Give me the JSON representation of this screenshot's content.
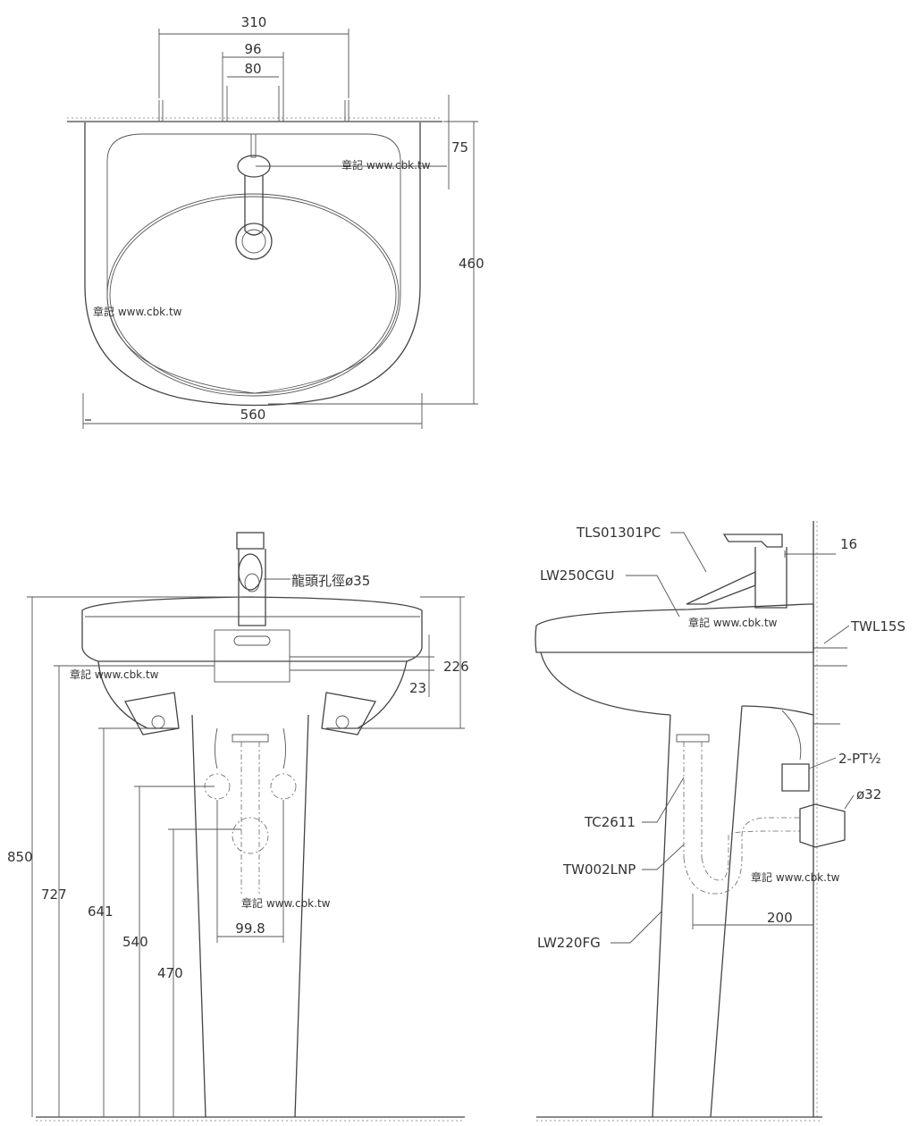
{
  "top_view": {
    "dim_310": "310",
    "dim_96": "96",
    "dim_80": "80",
    "dim_75": "75",
    "dim_460": "460",
    "dim_560": "560"
  },
  "front_view": {
    "faucet_hole_label": "龍頭孔徑ø35",
    "dim_226": "226",
    "dim_23": "23",
    "dim_850": "850",
    "dim_727": "727",
    "dim_641": "641",
    "dim_540": "540",
    "dim_470": "470",
    "dim_99_8": "99.8"
  },
  "side_view": {
    "faucet_model": "TLS01301PC",
    "basin_model": "LW250CGU",
    "bolt_model": "TWL15S",
    "supply_label": "2-PT½",
    "drain_model": "TC2611",
    "trap_model": "TW002LNP",
    "pedestal_model": "LW220FG",
    "dim_16": "16",
    "pipe_dia": "ø32",
    "dim_200": "200"
  },
  "watermark": "章記 www.cbk.tw"
}
